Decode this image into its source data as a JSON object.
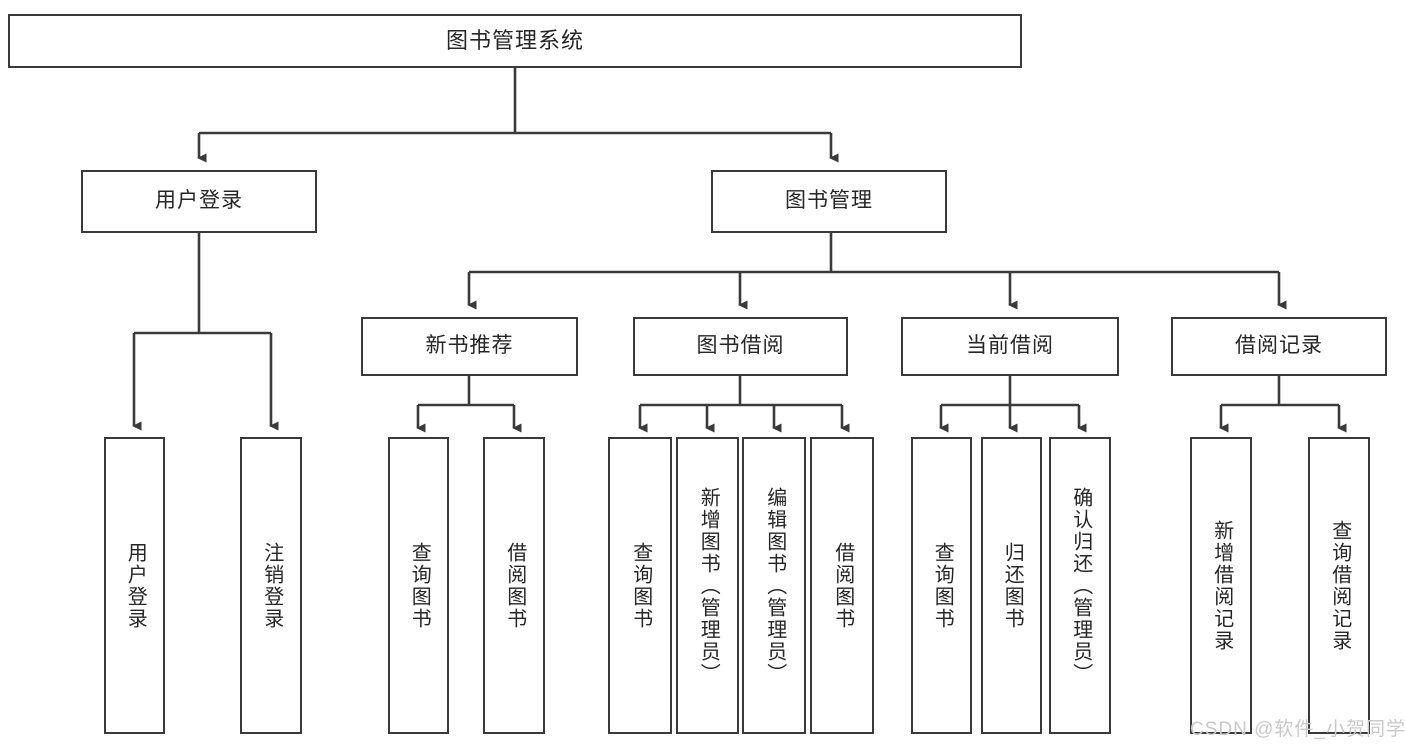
{
  "diagram": {
    "title": "图书管理系统",
    "type": "tree-hierarchy",
    "colors": {
      "box_border": "#3a3a3a",
      "box_fill": "#ffffff",
      "edge": "#3a3a3a",
      "text": "#262626",
      "watermark": "#c9c9c9",
      "background": "#ffffff"
    },
    "nodes": {
      "root": {
        "label": "图书管理系统"
      },
      "level2": [
        {
          "id": "user-login",
          "label": "用户登录"
        },
        {
          "id": "book-manage",
          "label": "图书管理"
        }
      ],
      "level3": [
        {
          "id": "new-book-recommend",
          "label": "新书推荐"
        },
        {
          "id": "book-borrow",
          "label": "图书借阅"
        },
        {
          "id": "current-borrow",
          "label": "当前借阅"
        },
        {
          "id": "borrow-record",
          "label": "借阅记录"
        }
      ],
      "leaves": {
        "user-login": [
          {
            "id": "leaf-user-login",
            "label": "用户登录"
          },
          {
            "id": "leaf-logout-login",
            "label": "注销登录"
          }
        ],
        "new-book-recommend": [
          {
            "id": "leaf-query-book-1",
            "label": "查询图书"
          },
          {
            "id": "leaf-borrow-book-1",
            "label": "借阅图书"
          }
        ],
        "book-borrow": [
          {
            "id": "leaf-query-book-2",
            "label": "查询图书"
          },
          {
            "id": "leaf-add-book",
            "label": "新增图书（管理员）"
          },
          {
            "id": "leaf-edit-book",
            "label": "编辑图书（管理员）"
          },
          {
            "id": "leaf-borrow-book-2",
            "label": "借阅图书"
          }
        ],
        "current-borrow": [
          {
            "id": "leaf-query-book-3",
            "label": "查询图书"
          },
          {
            "id": "leaf-return-book",
            "label": "归还图书"
          },
          {
            "id": "leaf-confirm-return",
            "label": "确认归还（管理员）"
          }
        ],
        "borrow-record": [
          {
            "id": "leaf-add-record",
            "label": "新增借阅记录"
          },
          {
            "id": "leaf-query-record",
            "label": "查询借阅记录"
          }
        ]
      }
    },
    "watermark": "CSDN @软件_小贺同学"
  }
}
